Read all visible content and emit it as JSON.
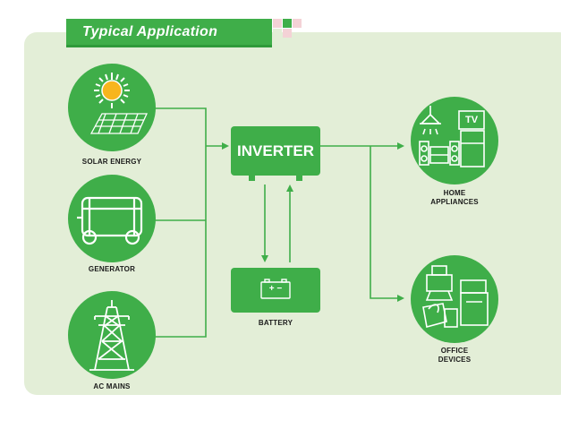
{
  "header": {
    "title": "Typical Application"
  },
  "sources": [
    {
      "label": "SOLAR ENERGY",
      "icon": "solar-panel-icon"
    },
    {
      "label": "GENERATOR",
      "icon": "generator-icon"
    },
    {
      "label": "AC MAINS",
      "icon": "power-tower-icon"
    }
  ],
  "inverter": {
    "label": "INVERTER"
  },
  "battery": {
    "label": "BATTERY",
    "symbol": "+ −"
  },
  "loads": [
    {
      "label_line1": "HOME",
      "label_line2": "APPLIANCES",
      "icon": "home-appliances-icon",
      "tv_text": "TV"
    },
    {
      "label_line1": "OFFICE",
      "label_line2": "DEVICES",
      "icon": "office-devices-icon"
    }
  ],
  "colors": {
    "green": "#3fae49",
    "panel": "#e3eed7",
    "deco_pink": "#f2c7cc",
    "deco_green": "#3fae49"
  }
}
